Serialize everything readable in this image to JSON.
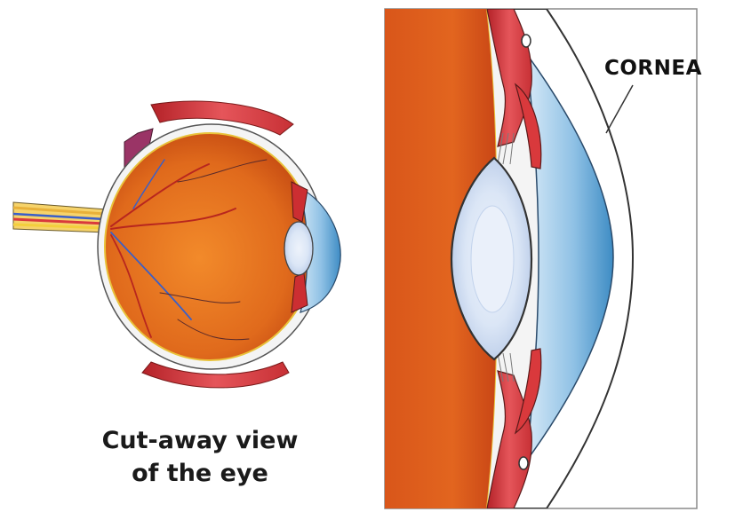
{
  "caption": {
    "line1": "Cut-away view",
    "line2": "of the eye"
  },
  "labels": {
    "cornea": "CORNEA"
  },
  "colors": {
    "eyeball": "#e8701f",
    "eyeball_dark": "#c94a14",
    "cornea_fluid": "#8ec3e6",
    "lens": "#dfe9f7",
    "muscle": "#d9393c",
    "nerve_yellow": "#f3cf3c",
    "vessel_blue": "#3a5fc8"
  }
}
